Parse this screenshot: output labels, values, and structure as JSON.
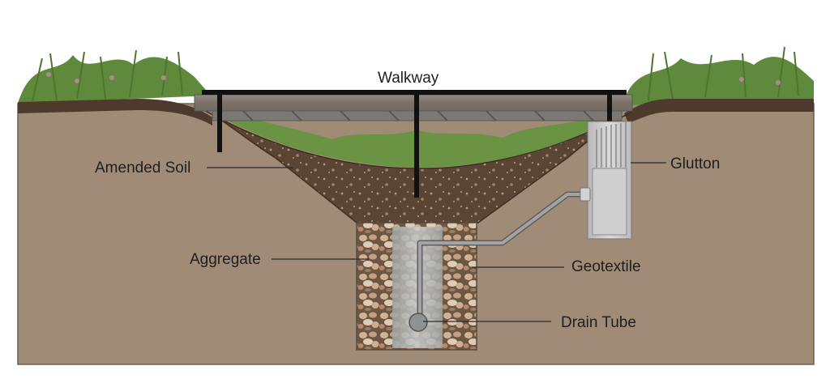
{
  "figure": {
    "type": "cross-section",
    "subject": "bioswale / rain garden with walkway and drain"
  },
  "labels": {
    "walkway": "Walkway",
    "amended_soil": "Amended Soil",
    "glutton": "Glutton",
    "aggregate": "Aggregate",
    "geotextile": "Geotextile",
    "drain_tube": "Drain Tube"
  },
  "colors": {
    "background": "#ffffff",
    "native_soil": "#a08c76",
    "amended_soil": "#5a4535",
    "topsoil_band": "#4e3a2c",
    "vegetation": "#5f8a3c",
    "walkway_deck": "#8a8680",
    "walkway_frame": "#111111",
    "glutton_body": "#c9c9c9",
    "pipe": "#9a9a9a",
    "aggregate_stone": "#c8a98a",
    "geotextile_core": "#b9bcbc",
    "label_text": "#1e1e1e"
  }
}
